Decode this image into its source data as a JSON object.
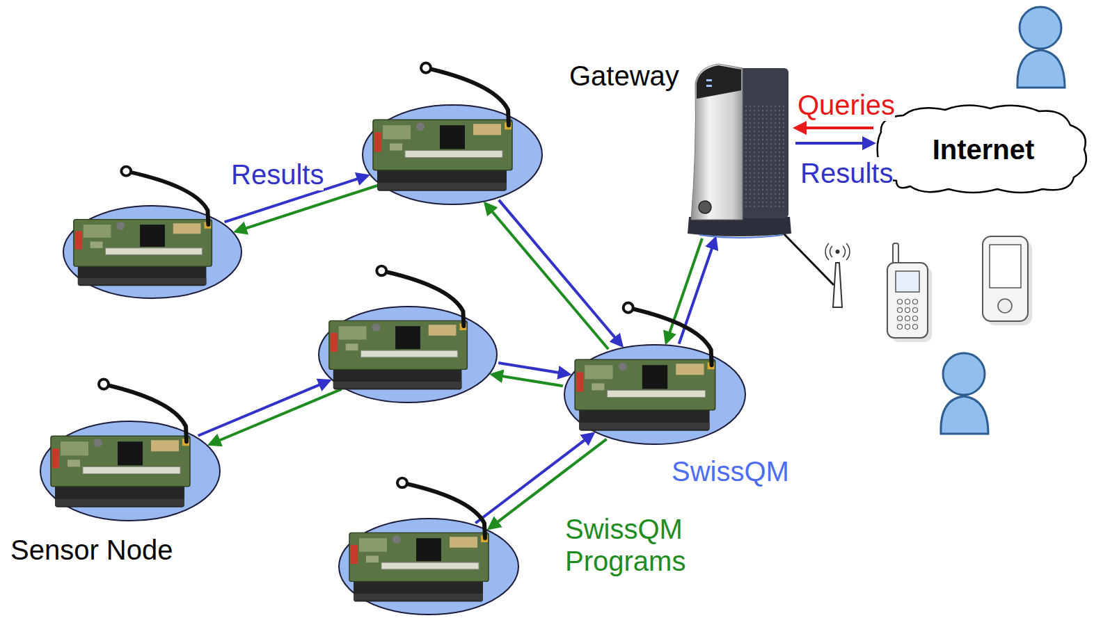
{
  "diagram": {
    "nodes": [
      {
        "text": []
      },
      {
        "text": []
      },
      {
        "text": []
      },
      {
        "text": [
          "Sensor Node"
        ]
      },
      {
        "text": [
          "SwissQM"
        ]
      },
      {
        "text": []
      },
      {
        "text": [
          "Gateway"
        ]
      },
      {
        "text": [
          "Internet"
        ]
      }
    ],
    "edges": [
      {
        "from": 0,
        "to": 1,
        "arrow": "to",
        "label": "Results"
      },
      {
        "from": 1,
        "to": 0,
        "arrow": "to"
      },
      {
        "from": 1,
        "to": 4,
        "arrow": "to"
      },
      {
        "from": 4,
        "to": 1,
        "arrow": "to"
      },
      {
        "from": 3,
        "to": 2,
        "arrow": "to"
      },
      {
        "from": 2,
        "to": 3,
        "arrow": "to"
      },
      {
        "from": 2,
        "to": 4,
        "arrow": "to"
      },
      {
        "from": 4,
        "to": 2,
        "arrow": "to"
      },
      {
        "from": 5,
        "to": 4,
        "arrow": "to"
      },
      {
        "from": 4,
        "to": 5,
        "arrow": "to",
        "label": "SwissQM Programs"
      },
      {
        "from": 4,
        "to": 6,
        "arrow": "to"
      },
      {
        "from": 6,
        "to": 4,
        "arrow": "to"
      },
      {
        "from": 7,
        "to": 6,
        "arrow": "to",
        "label": "Queries"
      },
      {
        "from": 6,
        "to": 7,
        "arrow": "to",
        "label": "Results"
      }
    ]
  }
}
